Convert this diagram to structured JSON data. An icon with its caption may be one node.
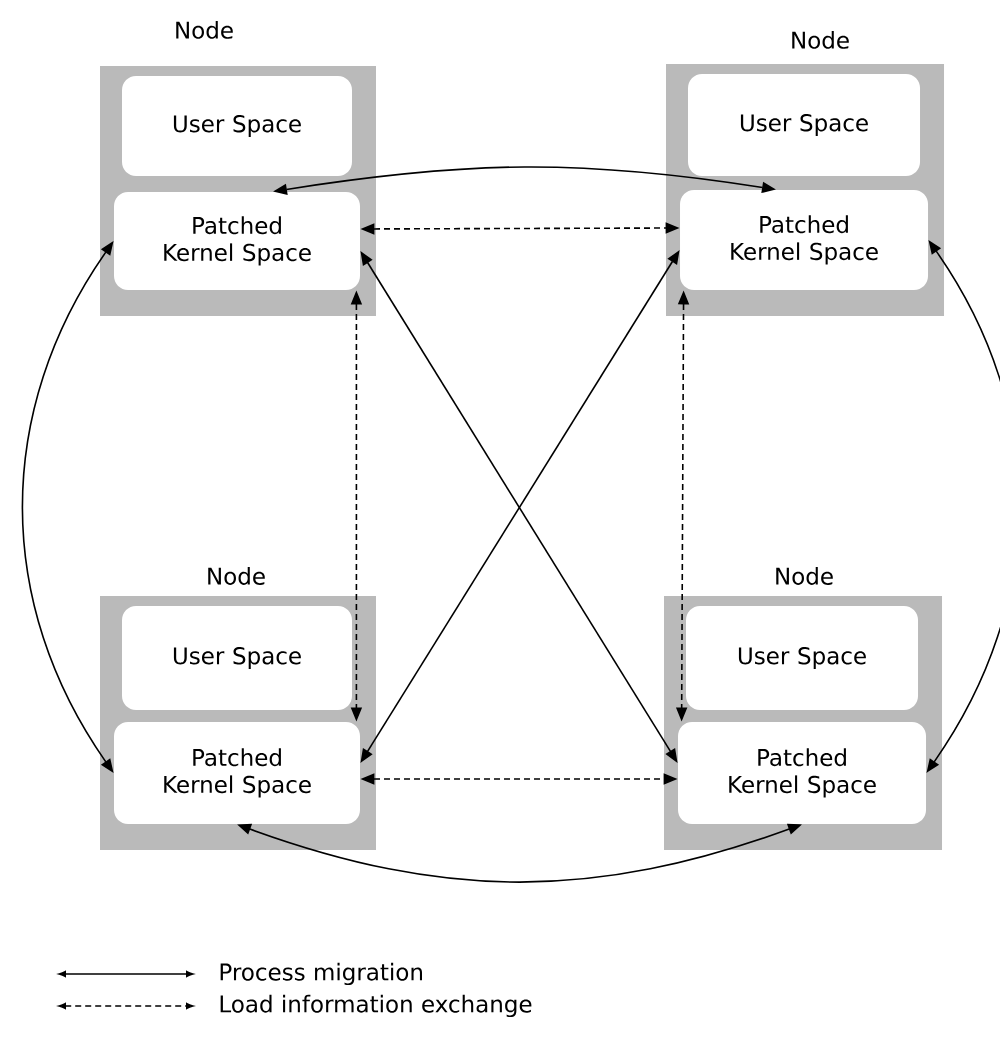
{
  "diagram": {
    "nodes": [
      {
        "text": [
          "Node"
        ]
      },
      {
        "text": [
          "User Space"
        ],
        "in": 0
      },
      {
        "text": [
          "Patched Kernel Space"
        ],
        "in": 0
      },
      {
        "text": [
          "Node"
        ]
      },
      {
        "text": [
          "User Space"
        ],
        "in": 3
      },
      {
        "text": [
          "Patched Kernel Space"
        ],
        "in": 3
      },
      {
        "text": [
          "Node"
        ]
      },
      {
        "text": [
          "User Space"
        ],
        "in": 6
      },
      {
        "text": [
          "Patched Kernel Space"
        ],
        "in": 6
      },
      {
        "text": [
          "Node"
        ]
      },
      {
        "text": [
          "User Space"
        ],
        "in": 9
      },
      {
        "text": [
          "Patched Kernel Space"
        ],
        "in": 9
      }
    ],
    "edges": [
      {
        "from": 2,
        "to": 5,
        "arrow": "both"
      },
      {
        "from": 2,
        "to": 8,
        "arrow": "both"
      },
      {
        "from": 5,
        "to": 11,
        "arrow": "both"
      },
      {
        "from": 8,
        "to": 11,
        "arrow": "both"
      },
      {
        "from": 2,
        "to": 11,
        "arrow": "both"
      },
      {
        "from": 5,
        "to": 8,
        "arrow": "both"
      },
      {
        "from": 2,
        "to": 5,
        "arrow": "both",
        "style": "dashed"
      },
      {
        "from": 2,
        "to": 8,
        "arrow": "both",
        "style": "dashed"
      },
      {
        "from": 5,
        "to": 11,
        "arrow": "both",
        "style": "dashed"
      },
      {
        "from": 8,
        "to": 11,
        "arrow": "both",
        "style": "dashed"
      }
    ],
    "legend": [
      {
        "text": "Process migration"
      },
      {
        "text": "Load information exchange"
      }
    ]
  }
}
